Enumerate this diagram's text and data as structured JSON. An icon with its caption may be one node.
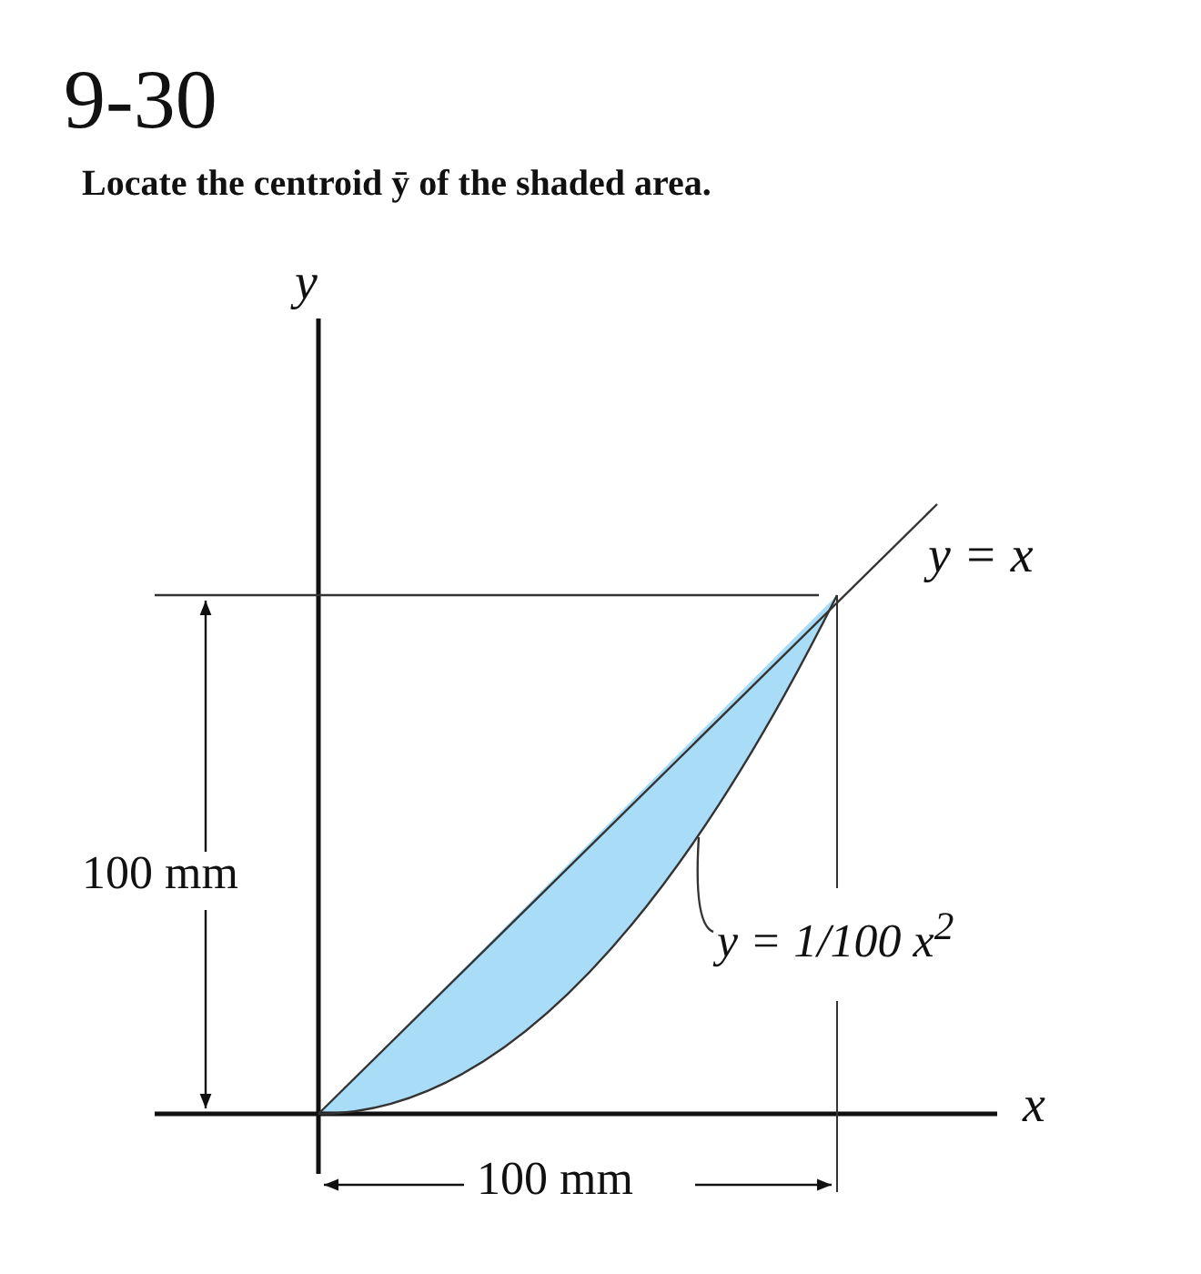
{
  "diagram": {
    "title": "9-30",
    "caption": "Locate the centroid ȳ of the shaded area.",
    "nodes": [
      {
        "text": [
          "y = 1/100 x$^{2}$"
        ]
      },
      {
        "text": [],
        "shape": "curve"
      }
    ],
    "edges": [
      {
        "from": 0,
        "to": 1,
        "arrow": "none"
      }
    ],
    "labels": [
      "y",
      "y = x",
      "100 mm",
      "x",
      "100 mm"
    ]
  }
}
